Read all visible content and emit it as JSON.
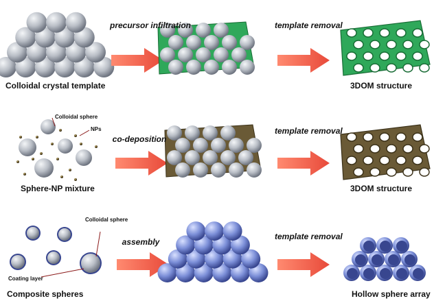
{
  "colors": {
    "sphere": "#b9bec6",
    "sphere_dark": "#6e7480",
    "green": "#2fa85a",
    "green_dark": "#176b34",
    "bronze": "#6a5a36",
    "bronze_dark": "#3a3018",
    "blue": "#7c8fd8",
    "blue_dark": "#38468f",
    "arrow": "#e84a3a",
    "arrow_light": "#ff8a70",
    "nanoparticle": "#6b5a2c",
    "leader_line": "#8b1a1a"
  },
  "row1": {
    "template_caption": "Colloidal crystal template",
    "step1_label": "precursor infiltration",
    "step2_label": "template removal",
    "result_caption": "3DOM structure"
  },
  "row2": {
    "colloidal_sphere_label": "Colloidal sphere",
    "nps_label": "NPs",
    "mixture_caption": "Sphere-NP mixture",
    "step1_label": "co-deposition",
    "step2_label": "template removal",
    "result_caption": "3DOM structure"
  },
  "row3": {
    "colloidal_sphere_label": "Colloidal sphere",
    "coating_layer_label": "Coating layer",
    "composite_caption": "Composite spheres",
    "step1_label": "assembly",
    "step2_label": "template removal",
    "result_caption": "Hollow sphere array"
  }
}
